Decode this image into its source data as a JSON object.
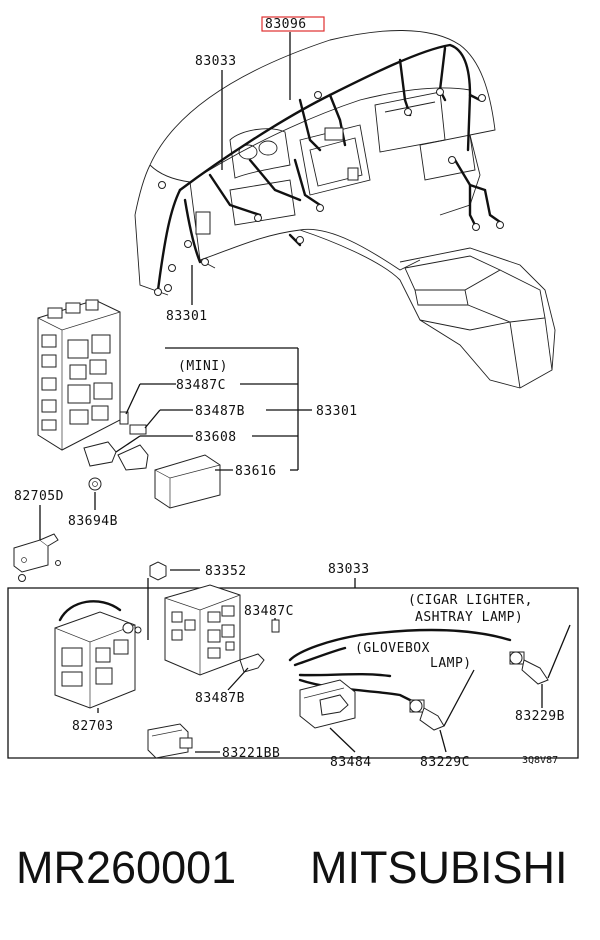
{
  "callouts": {
    "top_harness": "83096",
    "dash_harness": "83033",
    "main_harness": "83301",
    "mini_note": "(MINI)",
    "fuse_mini_c": "83487C",
    "fuse_mini_b": "83487B",
    "connector_a": "83608",
    "cover": "83616",
    "bracket": "82705D",
    "bolt": "83694B",
    "nut": "83352",
    "fuse_c": "83487C",
    "fuse_b": "83487B",
    "relay_box": "82703",
    "connector_b": "83221BB",
    "branch_harness": "83033",
    "cigar_note": "(CIGAR LIGHTER,\n ASHTRAY LAMP)",
    "cigar_line1": "(CIGAR LIGHTER,",
    "cigar_line2": "ASHTRAY LAMP)",
    "glovebox_line1": "(GLOVEBOX",
    "glovebox_line2": "LAMP)",
    "bulb_b": "83229B",
    "connector_c": "83484",
    "bulb_c": "83229C",
    "drawing_code": "3Q8V87"
  },
  "footer": {
    "part_number": "MR260001",
    "brand": "MITSUBISHI"
  },
  "colors": {
    "highlight_box": "#e03030",
    "ink": "#111111"
  }
}
